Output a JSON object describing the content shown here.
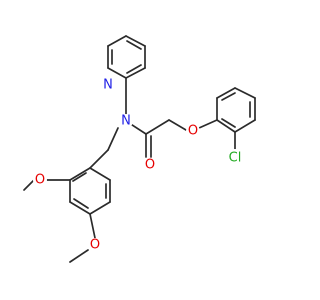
{
  "colors": {
    "bond": "#2b2b2b",
    "N": "#1f1fe6",
    "O": "#e60000",
    "Cl": "#22aa22"
  },
  "atoms": {
    "n_pyridine": "N",
    "n_amide": "N",
    "o_carbonyl": "O",
    "o_ether": "O",
    "cl": "Cl",
    "o_methoxy_1": "O",
    "o_methoxy_2": "O"
  }
}
